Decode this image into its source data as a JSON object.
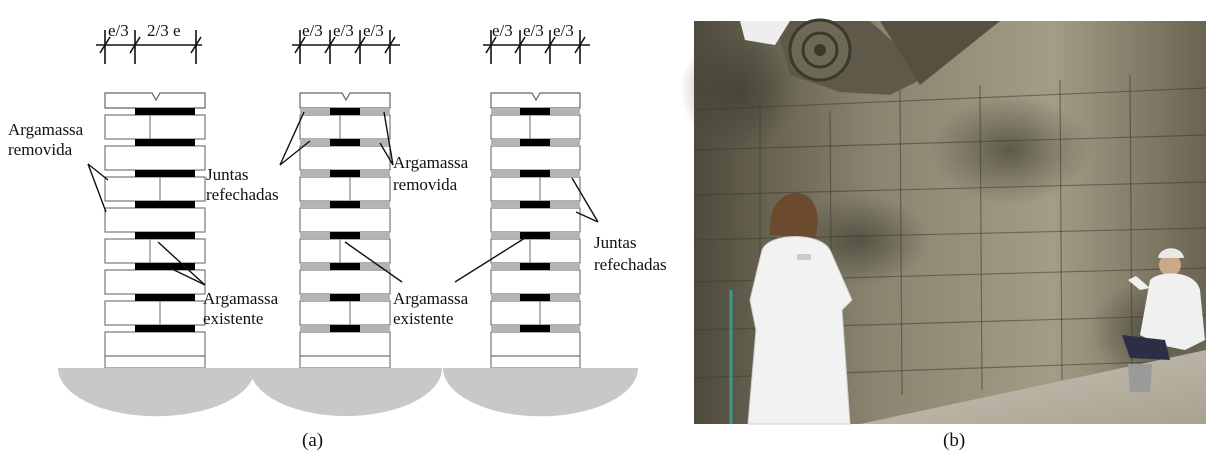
{
  "panel_a": {
    "caption": "(a)",
    "column1": {
      "dims": [
        "e/3",
        "2/3 e"
      ],
      "labels": {
        "removed": [
          "Argamassa",
          "removida"
        ],
        "existing": [
          "Argamassa",
          "existente"
        ]
      }
    },
    "column2": {
      "dims": [
        "e/3",
        "e/3",
        "e/3"
      ],
      "labels": {
        "refilled": [
          "Juntas",
          "refechadas"
        ],
        "removed": [
          "Argamassa",
          "removida"
        ],
        "existing": [
          "Argamassa",
          "existente"
        ]
      }
    },
    "column3": {
      "dims": [
        "e/3",
        "e/3",
        "e/3"
      ],
      "labels": {
        "refilled": [
          "Juntas",
          "refechadas"
        ]
      }
    }
  },
  "panel_b": {
    "caption": "(b)"
  },
  "colors": {
    "existing_mortar": "#000000",
    "refilled_mortar": "#b4b4b4",
    "foundation": "#c8c8c8",
    "stone_wall": "#8c8672"
  }
}
